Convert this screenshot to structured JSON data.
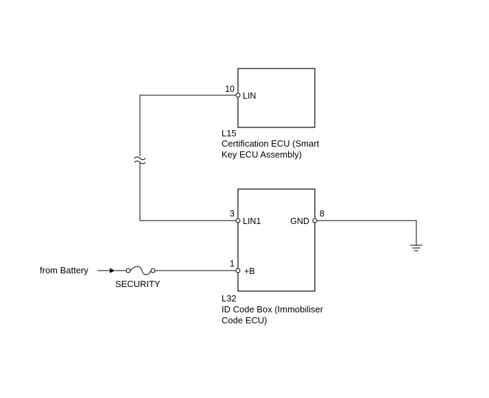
{
  "components": {
    "l15": {
      "code": "L15",
      "name_line1": "Certification ECU (Smart",
      "name_line2": "Key ECU Assembly)",
      "pin_number": "10",
      "pin_label": "LIN"
    },
    "l32": {
      "code": "L32",
      "name_line1": "ID Code Box (Immobiliser",
      "name_line2": "Code ECU)",
      "pins": [
        {
          "number": "3",
          "label": "LIN1"
        },
        {
          "number": "8",
          "label": "GND"
        },
        {
          "number": "1",
          "label": "+B"
        }
      ]
    }
  },
  "source": {
    "label": "from Battery"
  },
  "fuse": {
    "label": "SECURITY"
  }
}
